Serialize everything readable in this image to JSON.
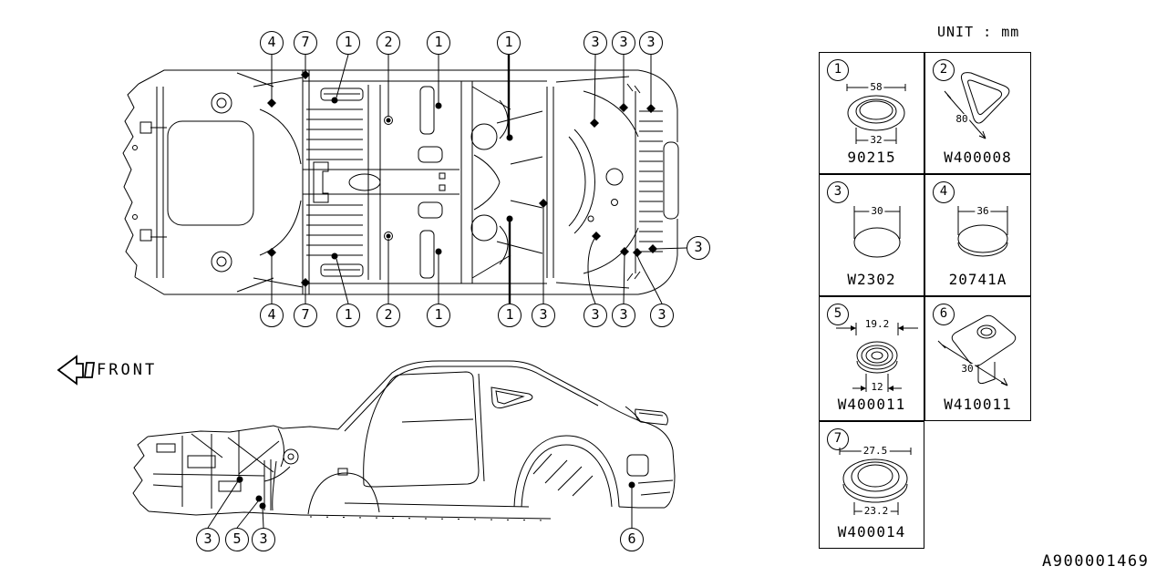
{
  "meta": {
    "unit_label": "UNIT : mm",
    "front_label": "FRONT",
    "drawing_number": "A900001469",
    "colors": {
      "line_color": "#000000",
      "background_color": "#ffffff"
    }
  },
  "legend": {
    "items": [
      {
        "ref": "1",
        "part_number": "90215",
        "dims": [
          "58",
          "32"
        ]
      },
      {
        "ref": "2",
        "part_number": "W400008",
        "dims": [
          "80"
        ]
      },
      {
        "ref": "3",
        "part_number": "W2302",
        "dims": [
          "30"
        ]
      },
      {
        "ref": "4",
        "part_number": "20741A",
        "dims": [
          "36"
        ]
      },
      {
        "ref": "5",
        "part_number": "W400011",
        "dims": [
          "19.2",
          "12"
        ]
      },
      {
        "ref": "6",
        "part_number": "W410011",
        "dims": [
          "30"
        ]
      },
      {
        "ref": "7",
        "part_number": "W400014",
        "dims": [
          "27.5",
          "23.2"
        ]
      }
    ]
  },
  "callouts": {
    "top_view_top": [
      "4",
      "7",
      "1",
      "2",
      "1",
      "1",
      "3",
      "3",
      "3"
    ],
    "top_view_bottom": [
      "4",
      "7",
      "1",
      "2",
      "1",
      "1",
      "3",
      "3",
      "3",
      "3"
    ],
    "top_view_right": [
      "3"
    ],
    "side_view": [
      "3",
      "5",
      "3",
      "6"
    ]
  }
}
